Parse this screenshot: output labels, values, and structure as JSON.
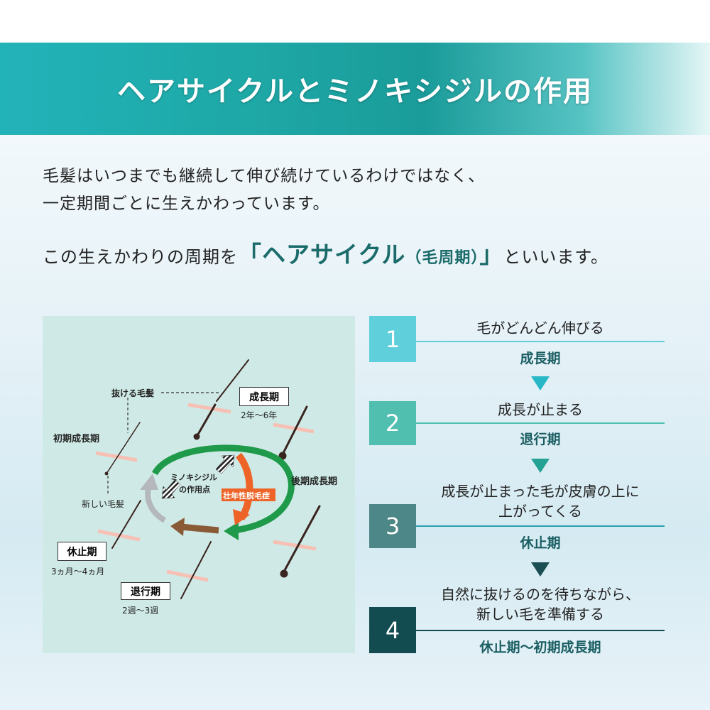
{
  "banner": {
    "title": "ヘアサイクルとミノキシジルの作用"
  },
  "intro": {
    "line1": "毛髪はいつまでも継続して伸び続けているわけではなく、",
    "line2": "一定期間ごとに生えかわっています。",
    "line3_pre": "この生えかわりの周期を",
    "line3_open": "「",
    "line3_highlight": "ヘアサイクル",
    "line3_paren": "（毛周期）",
    "line3_close": "」",
    "line3_post": "といいます。"
  },
  "diagram": {
    "falling_hair": "抜ける毛髪",
    "new_hair": "新しい毛髪",
    "early_growth": "初期成長期",
    "late_growth": "後期成長期",
    "growth": {
      "label": "成長期",
      "duration": "2年～6年"
    },
    "rest": {
      "label": "休止期",
      "duration": "3ヵ月～4ヵ月"
    },
    "regression": {
      "label": "退行期",
      "duration": "2週～3週"
    },
    "minoxidil_line1": "ミノキシジル",
    "minoxidil_line2": "の作用点",
    "aga": "壮年性脱毛症",
    "colors": {
      "green": "#1f9a4a",
      "orange": "#ee6428",
      "brown": "#8a5a36",
      "gray": "#b4b8bc",
      "hair": "#3a2420",
      "skin": "#f6c0b4"
    }
  },
  "steps": [
    {
      "number": "1",
      "desc": [
        "毛がどんどん伸びる"
      ],
      "phase": "成長期",
      "color": "#5fcfdb",
      "arrow": "#27b7c7"
    },
    {
      "number": "2",
      "desc": [
        "成長が止まる"
      ],
      "phase": "退行期",
      "color": "#50bfb0",
      "arrow": "#24a293"
    },
    {
      "number": "3",
      "desc": [
        "成長が止まった毛が皮膚の上に",
        "上がってくる"
      ],
      "phase": "休止期",
      "color": "#4e8787",
      "arrow": "#1a4f53"
    },
    {
      "number": "4",
      "desc": [
        "自然に抜けるのを待ちながら、",
        "新しい毛を準備する"
      ],
      "phase": "休止期～初期成長期",
      "color": "#124c51"
    }
  ]
}
